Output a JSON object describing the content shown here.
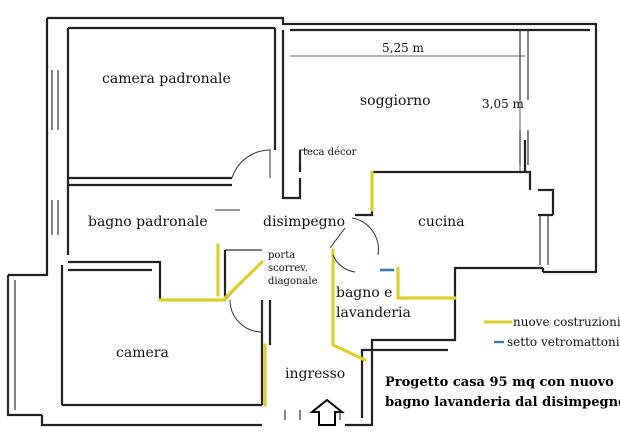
{
  "rooms": {
    "camera_padronale": "camera padronale",
    "soggiorno": "soggiorno",
    "bagno_padronale": "bagno padronale",
    "disimpegno": "disimpegno",
    "cucina": "cucina",
    "camera": "camera",
    "ingresso": "ingresso",
    "bagno_line1": "bagno e",
    "bagno_line2": "lavanderia"
  },
  "annotations": {
    "teca": "teca décor",
    "porta_line1": "porta",
    "porta_line2": "scorrev.",
    "porta_line3": "diagonale"
  },
  "dimensions": {
    "width": "5,25 m",
    "height": "3,05 m"
  },
  "legend": {
    "new": "nuove costruzioni",
    "glass": "setto vetromattoni",
    "new_color": "#d9d22a",
    "glass_color": "#3a7aa8"
  },
  "caption": {
    "line1": "Progetto casa 95 mq con nuovo",
    "line2": "bagno lavanderia dal disimpegno"
  },
  "icons": {
    "entrance": "entrance-arrow-icon"
  }
}
